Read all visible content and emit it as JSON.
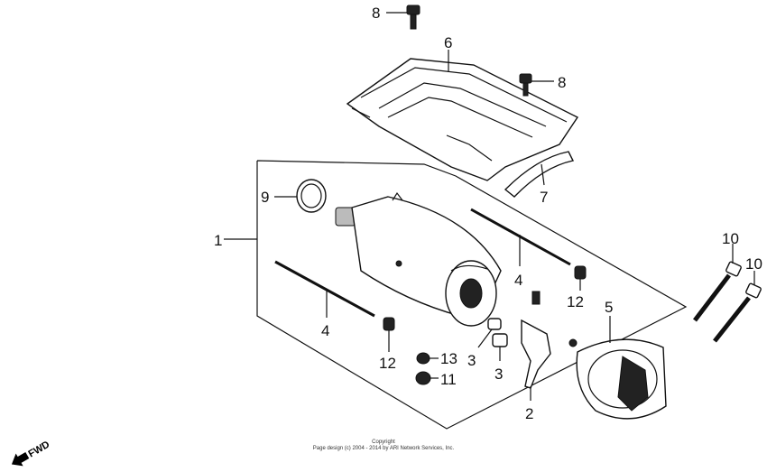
{
  "callouts": {
    "c1": "1",
    "c2": "2",
    "c3a": "3",
    "c3b": "3",
    "c4a": "4",
    "c4b": "4",
    "c5": "5",
    "c6": "6",
    "c7": "7",
    "c8a": "8",
    "c8b": "8",
    "c9": "9",
    "c10a": "10",
    "c10b": "10",
    "c11": "11",
    "c12a": "12",
    "c12b": "12",
    "c13": "13"
  },
  "copyright": {
    "line1": "Copyright",
    "line2": "Page design (c) 2004 - 2014 by ARI Network Services, Inc."
  },
  "direction_label": "FWD",
  "colors": {
    "ink": "#111111",
    "background": "#ffffff"
  }
}
